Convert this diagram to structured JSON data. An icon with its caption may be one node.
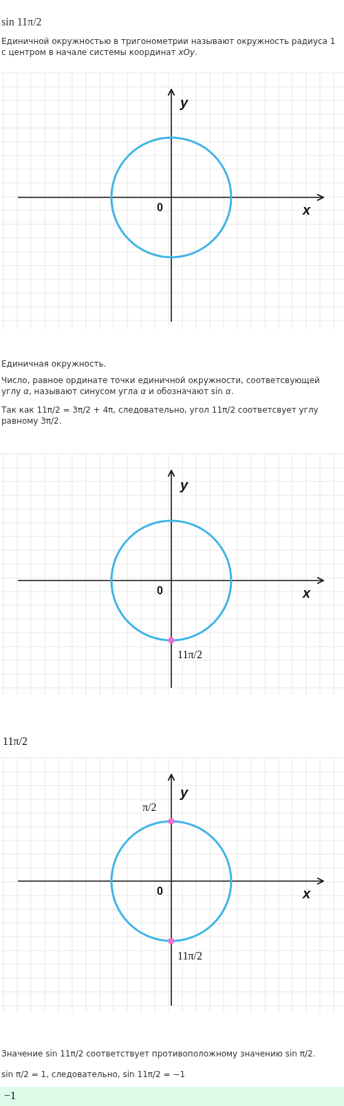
{
  "diagram": {
    "title": "sin 11π/2",
    "labels": [
      "Единичной окружностью в тригонометрии называют окружность радиуса 1 с центром в начале системы координат *xOy*.",
      "y",
      "0",
      "x",
      "Единичная окружность.",
      "Число, равное ординате точки единичной окружности, соответсвующей углу *α*, называют синусом угла *α* и обозначают sin *α*.",
      "Так как 11π/2 = 3π/2 + 4π, следовательно, угол 11π/2 соответсвует углу равному 3π/2.",
      "y",
      "0",
      "x",
      "11π/2",
      "11π/2",
      "π/2",
      "y",
      "0",
      "x",
      "11π/2",
      "Значение sin 11π/2 соответствует противоположному значению sin π/2.",
      "sin π/2 = 1, следовательно, sin 11π/2 = −1",
      "−1"
    ]
  }
}
